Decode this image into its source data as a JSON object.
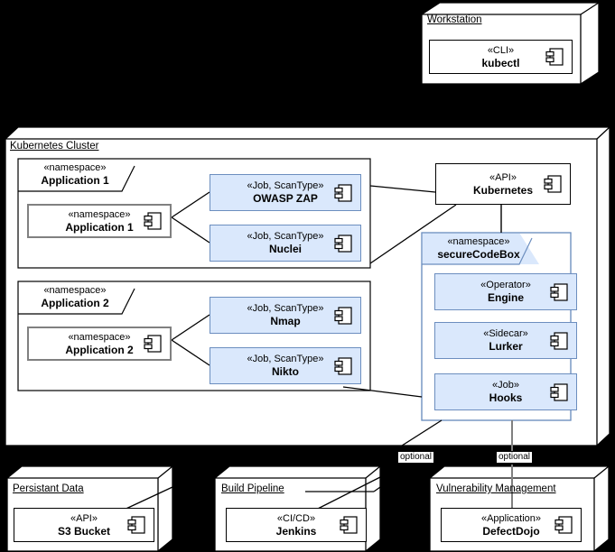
{
  "diagram": {
    "type": "uml-deployment-diagram",
    "background": "#000000",
    "accent_fill": "#dae8fc",
    "accent_stroke": "#6c8ebf",
    "node_fill": "#ffffff",
    "node_stroke": "#000000",
    "gray_stroke": "#808080"
  },
  "nodes": {
    "workstation": {
      "label": "Workstation",
      "component": {
        "stereotype": "«CLI»",
        "name": "kubectl",
        "icon": "uml-component-icon"
      }
    },
    "cluster": {
      "label": "Kubernetes Cluster"
    },
    "persistant_data": {
      "label": "Persistant Data",
      "component": {
        "stereotype": "«API»",
        "name": "S3 Bucket",
        "icon": "uml-component-icon"
      }
    },
    "build_pipeline": {
      "label": "Build Pipeline",
      "component": {
        "stereotype": "«CI/CD»",
        "name": "Jenkins",
        "icon": "uml-component-icon"
      }
    },
    "vulnerability_management": {
      "label": "Vulnerability Management",
      "component": {
        "stereotype": "«Application»",
        "name": "DefectDojo",
        "icon": "uml-component-icon"
      }
    }
  },
  "cluster_contents": {
    "kubernetes_api": {
      "stereotype": "«API»",
      "name": "Kubernetes",
      "icon": "uml-component-icon"
    },
    "namespaces": [
      {
        "stereotype": "«namespace»",
        "name": "Application 1",
        "inner": {
          "stereotype": "«namespace»",
          "name": "Application 1",
          "icon": "uml-component-icon"
        }
      },
      {
        "stereotype": "«namespace»",
        "name": "Application 2",
        "inner": {
          "stereotype": "«namespace»",
          "name": "Application 2",
          "icon": "uml-component-icon"
        }
      }
    ],
    "scan_jobs": [
      {
        "stereotype": "«Job, ScanType»",
        "name": "OWASP ZAP",
        "icon": "uml-component-icon"
      },
      {
        "stereotype": "«Job, ScanType»",
        "name": "Nuclei",
        "icon": "uml-component-icon"
      },
      {
        "stereotype": "«Job, ScanType»",
        "name": "Nmap",
        "icon": "uml-component-icon"
      },
      {
        "stereotype": "«Job, ScanType»",
        "name": "Nikto",
        "icon": "uml-component-icon"
      }
    ],
    "securecodebox": {
      "stereotype": "«namespace»",
      "name": "secureCodeBox",
      "components": [
        {
          "stereotype": "«Operator»",
          "name": "Engine",
          "icon": "uml-component-icon"
        },
        {
          "stereotype": "«Sidecar»",
          "name": "Lurker",
          "icon": "uml-component-icon"
        },
        {
          "stereotype": "«Job»",
          "name": "Hooks",
          "icon": "uml-component-icon"
        }
      ]
    }
  },
  "edge_labels": {
    "optional_left": "optional",
    "optional_right": "optional"
  }
}
